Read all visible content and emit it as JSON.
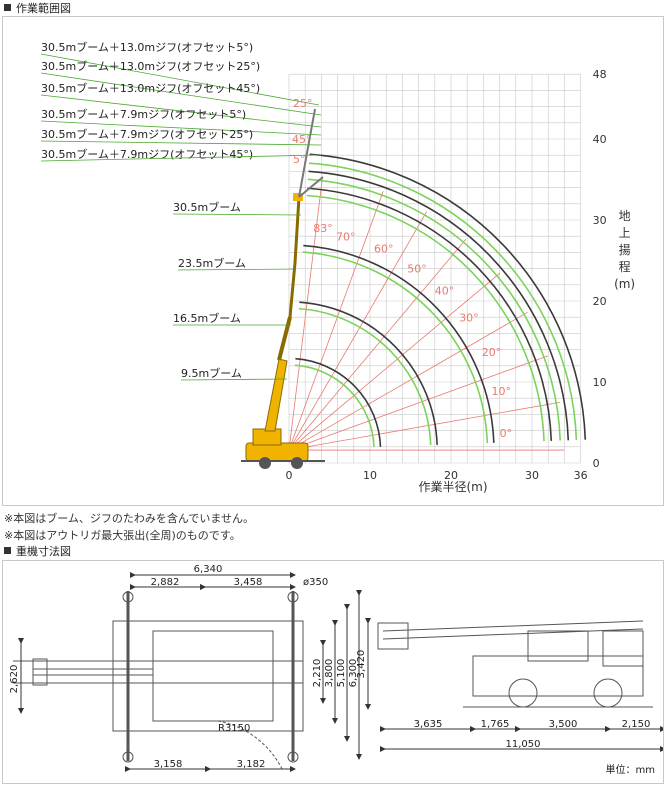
{
  "section1": {
    "title": "作業範囲図",
    "labels": [
      "30.5mブーム＋13.0mジフ(オフセット5°)",
      "30.5mブーム＋13.0mジフ(オフセット25°)",
      "30.5mブーム＋13.0mジフ(オフセット45°)",
      "30.5mブーム＋7.9mジフ(オフセット5°)",
      "30.5mブーム＋7.9mジフ(オフセット25°)",
      "30.5mブーム＋7.9mジフ(オフセット45°)",
      "30.5mブーム",
      "23.5mブーム",
      "16.5mブーム",
      "9.5mブーム"
    ],
    "y_ticks": [
      "48",
      "40",
      "30",
      "20",
      "10",
      "0"
    ],
    "x_ticks": [
      "0",
      "10",
      "20",
      "30",
      "36"
    ],
    "y_axis_label": [
      "地",
      "上",
      "揚",
      "程",
      "(m)"
    ],
    "x_axis_label": "作業半径(m)",
    "angle_labels": [
      "83°",
      "70°",
      "60°",
      "50°",
      "40°",
      "30°",
      "20°",
      "10°",
      "0°"
    ],
    "offset_labels": [
      "25°",
      "45°",
      "5°"
    ],
    "note1": "※本図はブーム、ジフのたわみを含んでいません。",
    "note2": "※本図はアウトリガ最大張出(全周)のものです。"
  },
  "section2": {
    "title": "重機寸法図",
    "dims": {
      "d6340": "6,340",
      "d2882": "2,882",
      "d3458": "3,458",
      "d350": "ø350",
      "d2620": "2,620",
      "d2210": "2,210",
      "d3800": "3,800",
      "d5100": "5,100",
      "d6300": "6,300",
      "r3150": "R3150",
      "d3158": "3,158",
      "d3182": "3,182",
      "d3420": "3,420",
      "d3635": "3,635",
      "d1765": "1,765",
      "d3500": "3,500",
      "d2150": "2,150",
      "d11050": "11,050",
      "unit": "単位：mm"
    }
  },
  "colors": {
    "arc": "#3a3a3a",
    "arc_green": "#7bd35a",
    "radial": "#e87a6e",
    "crane": "#f0b400",
    "grid": "#c9c9c9"
  }
}
